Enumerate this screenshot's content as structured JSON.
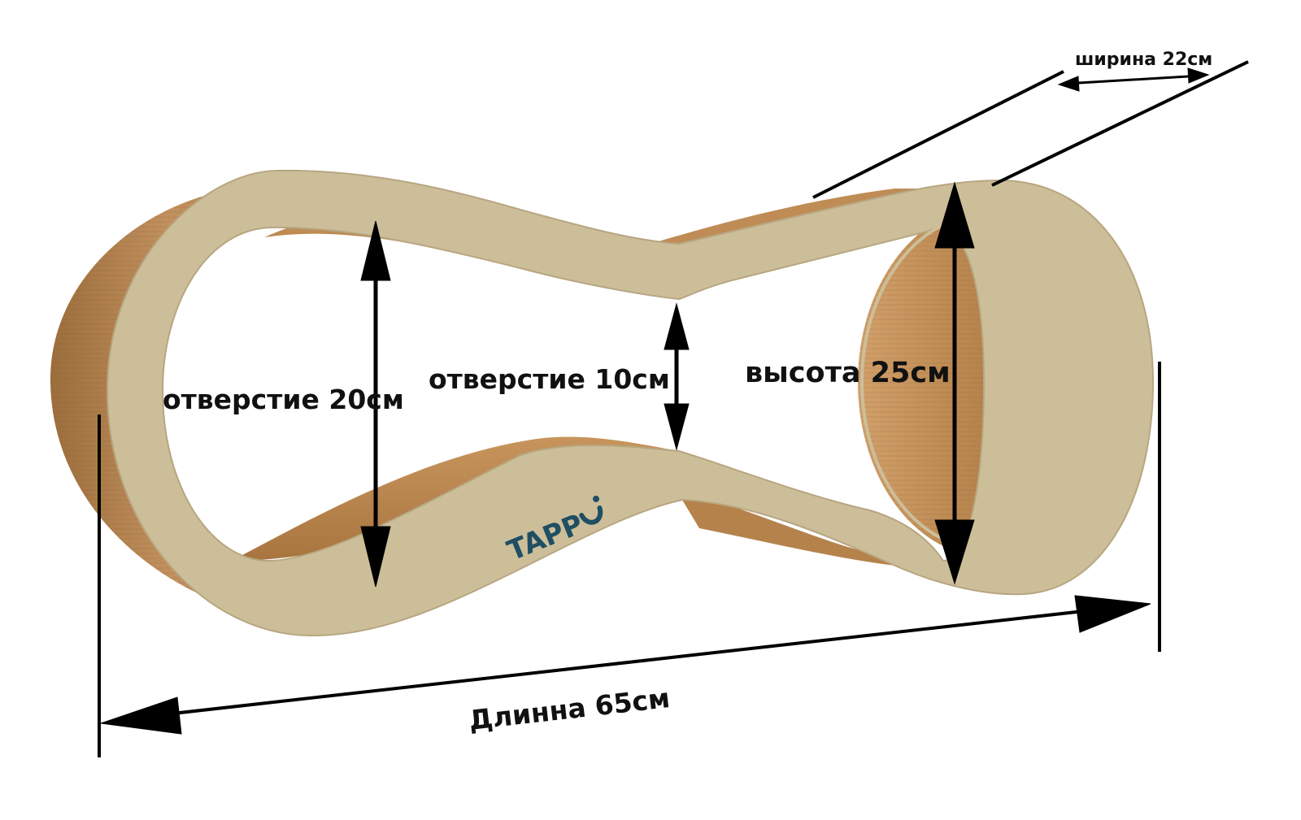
{
  "labels": {
    "width": "ширина 22см",
    "hole_large": "отверстие 20см",
    "hole_small": "отверстие 10см",
    "height": "высота 25см",
    "length": "Длинна 65см"
  },
  "logo": {
    "text": "TAPP"
  },
  "colors": {
    "panel": "#CDBE9A",
    "cardboard": "#B88A55",
    "cardboard_dark": "#8E6233",
    "arrow": "#000000",
    "logo": "#1F4F63",
    "background": "#FFFFFF"
  }
}
